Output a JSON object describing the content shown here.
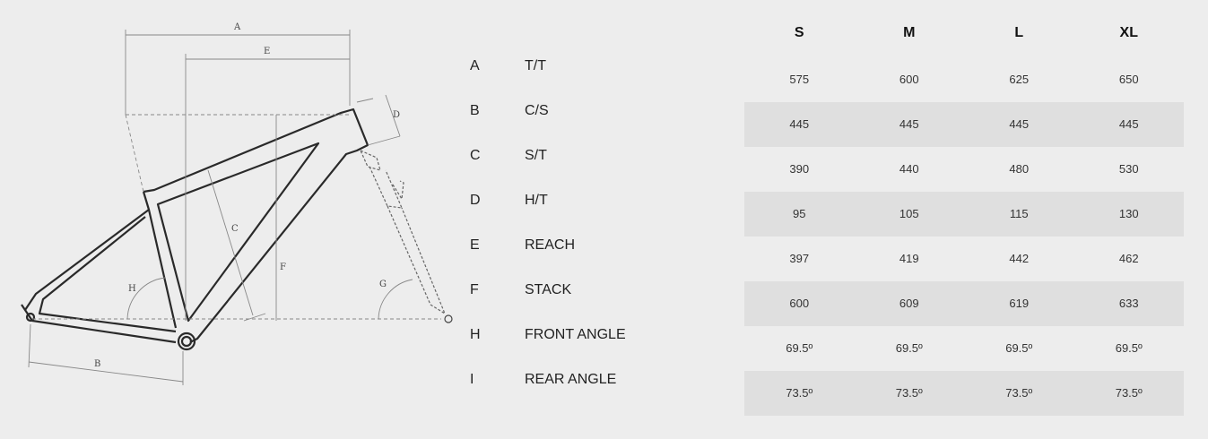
{
  "diagram": {
    "labels": {
      "a": "A",
      "e": "E",
      "d": "D",
      "c": "C",
      "f": "F",
      "h": "H",
      "g": "G",
      "b": "B"
    }
  },
  "legend": [
    {
      "letter": "A",
      "name": "T/T"
    },
    {
      "letter": "B",
      "name": "C/S"
    },
    {
      "letter": "C",
      "name": "S/T"
    },
    {
      "letter": "D",
      "name": "H/T"
    },
    {
      "letter": "E",
      "name": "REACH"
    },
    {
      "letter": "F",
      "name": "STACK"
    },
    {
      "letter": "H",
      "name": "FRONT ANGLE"
    },
    {
      "letter": "I",
      "name": "REAR ANGLE"
    }
  ],
  "table": {
    "sizes": [
      "S",
      "M",
      "L",
      "XL"
    ],
    "rows": [
      [
        "575",
        "600",
        "625",
        "650"
      ],
      [
        "445",
        "445",
        "445",
        "445"
      ],
      [
        "390",
        "440",
        "480",
        "530"
      ],
      [
        "95",
        "105",
        "115",
        "130"
      ],
      [
        "397",
        "419",
        "442",
        "462"
      ],
      [
        "600",
        "609",
        "619",
        "633"
      ],
      [
        "69.5º",
        "69.5º",
        "69.5º",
        "69.5º"
      ],
      [
        "73.5º",
        "73.5º",
        "73.5º",
        "73.5º"
      ]
    ]
  },
  "colors": {
    "background": "#ededed",
    "row_shade": "#dfdfdf",
    "frame": "#2a2a2a",
    "dimension": "#888888"
  }
}
